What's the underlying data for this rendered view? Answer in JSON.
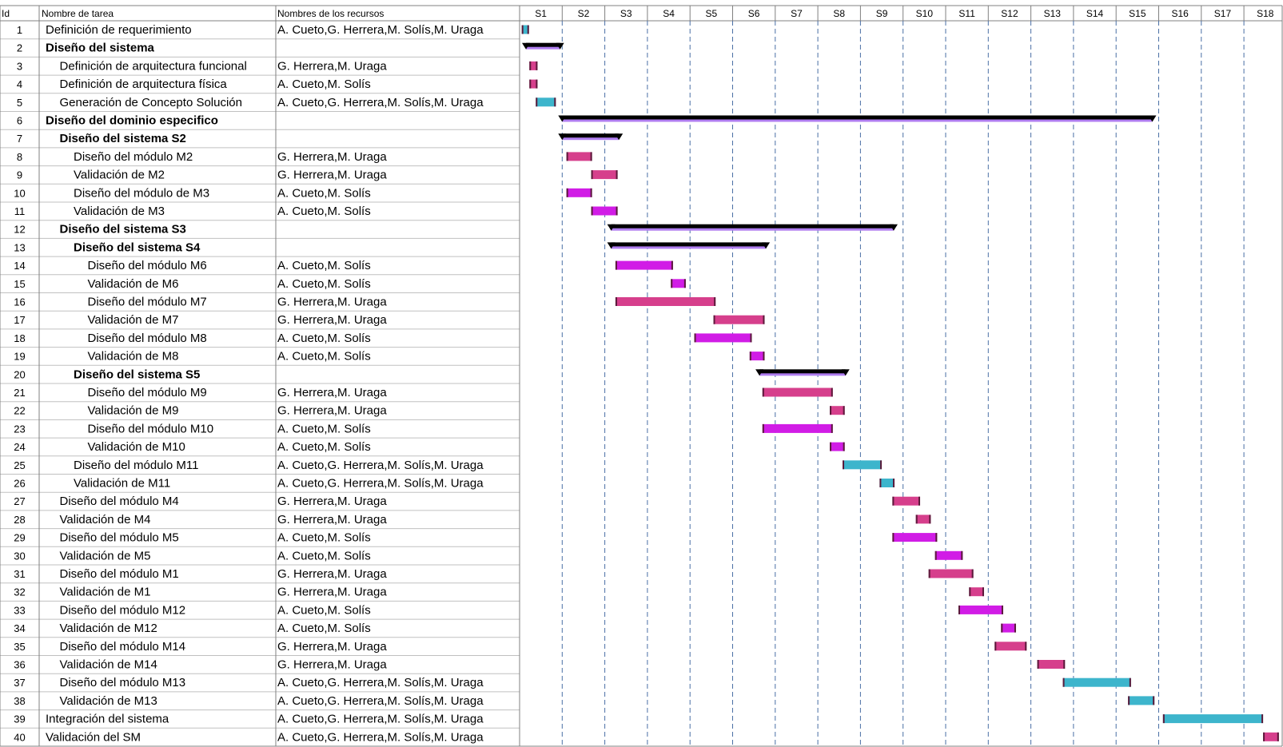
{
  "chart_data": {
    "type": "gantt",
    "columns": {
      "id": "Id",
      "name": "Nombre de tarea",
      "resources": "Nombres de los recursos"
    },
    "weeks": [
      "S1",
      "S2",
      "S3",
      "S4",
      "S5",
      "S6",
      "S7",
      "S8",
      "S9",
      "S10",
      "S11",
      "S12",
      "S13",
      "S14",
      "S15",
      "S16",
      "S17",
      "S18"
    ],
    "colors": {
      "pink": "#d63f8c",
      "magenta": "#d11ce6",
      "cyan": "#3db5cc",
      "summary": "#000000",
      "summary_under": "#b07ef0",
      "grid": "#4a6fa5"
    },
    "tasks": [
      {
        "id": "1",
        "name": "Definición de requerimiento",
        "resources": "A. Cueto,G. Herrera,M. Solís,M. Uraga",
        "level": 0,
        "summary": false,
        "start": 0.05,
        "end": 0.22,
        "color": "cyan"
      },
      {
        "id": "2",
        "name": "Diseño del sistema",
        "resources": "",
        "level": 0,
        "summary": true,
        "start": 0.15,
        "end": 0.95
      },
      {
        "id": "3",
        "name": "Definición de arquitectura funcional",
        "resources": "G. Herrera,M. Uraga",
        "level": 1,
        "summary": false,
        "start": 0.23,
        "end": 0.42,
        "color": "pink"
      },
      {
        "id": "4",
        "name": "Definición de arquitectura física",
        "resources": "A. Cueto,M. Solís",
        "level": 1,
        "summary": false,
        "start": 0.23,
        "end": 0.42,
        "color": "pink"
      },
      {
        "id": "5",
        "name": "Generación de Concepto Solución",
        "resources": "A. Cueto,G. Herrera,M. Solís,M. Uraga",
        "level": 1,
        "summary": false,
        "start": 0.38,
        "end": 0.85,
        "color": "cyan"
      },
      {
        "id": "6",
        "name": "Diseño del dominio especifico",
        "resources": "",
        "level": 0,
        "summary": true,
        "start": 1.0,
        "end": 14.85
      },
      {
        "id": "7",
        "name": "Diseño del sistema S2",
        "resources": "",
        "level": 1,
        "summary": true,
        "start": 1.0,
        "end": 2.33
      },
      {
        "id": "8",
        "name": "Diseño del módulo M2",
        "resources": "G. Herrera,M. Uraga",
        "level": 2,
        "summary": false,
        "start": 1.1,
        "end": 1.7,
        "color": "pink"
      },
      {
        "id": "9",
        "name": "Validación de M2",
        "resources": "G. Herrera,M. Uraga",
        "level": 2,
        "summary": false,
        "start": 1.68,
        "end": 2.3,
        "color": "pink"
      },
      {
        "id": "10",
        "name": "Diseño del módulo de M3",
        "resources": "A. Cueto,M. Solís",
        "level": 2,
        "summary": false,
        "start": 1.1,
        "end": 1.7,
        "color": "magenta"
      },
      {
        "id": "11",
        "name": "Validación de M3",
        "resources": "A. Cueto,M. Solís",
        "level": 2,
        "summary": false,
        "start": 1.68,
        "end": 2.3,
        "color": "magenta"
      },
      {
        "id": "12",
        "name": "Diseño del sistema S3",
        "resources": "",
        "level": 1,
        "summary": true,
        "start": 2.15,
        "end": 8.78
      },
      {
        "id": "13",
        "name": "Diseño del sistema S4",
        "resources": "",
        "level": 2,
        "summary": true,
        "start": 2.15,
        "end": 5.78
      },
      {
        "id": "14",
        "name": "Diseño del módulo M6",
        "resources": "A. Cueto,M. Solís",
        "level": 3,
        "summary": false,
        "start": 2.25,
        "end": 3.6,
        "color": "magenta"
      },
      {
        "id": "15",
        "name": "Validación de M6",
        "resources": "A. Cueto,M. Solís",
        "level": 3,
        "summary": false,
        "start": 3.55,
        "end": 3.9,
        "color": "magenta"
      },
      {
        "id": "16",
        "name": "Diseño del módulo M7",
        "resources": "G. Herrera,M. Uraga",
        "level": 3,
        "summary": false,
        "start": 2.25,
        "end": 4.6,
        "color": "pink"
      },
      {
        "id": "17",
        "name": "Validación de M7",
        "resources": "G. Herrera,M. Uraga",
        "level": 3,
        "summary": false,
        "start": 4.55,
        "end": 5.75,
        "color": "pink"
      },
      {
        "id": "18",
        "name": "Diseño del módulo M8",
        "resources": "A. Cueto,M. Solís",
        "level": 3,
        "summary": false,
        "start": 4.1,
        "end": 5.45,
        "color": "magenta"
      },
      {
        "id": "19",
        "name": "Validación de M8",
        "resources": "A. Cueto,M. Solís",
        "level": 3,
        "summary": false,
        "start": 5.4,
        "end": 5.75,
        "color": "magenta"
      },
      {
        "id": "20",
        "name": "Diseño del sistema S5",
        "resources": "",
        "level": 2,
        "summary": true,
        "start": 5.63,
        "end": 7.65
      },
      {
        "id": "21",
        "name": "Diseño del módulo M9",
        "resources": "G. Herrera,M. Uraga",
        "level": 3,
        "summary": false,
        "start": 5.7,
        "end": 7.35,
        "color": "pink"
      },
      {
        "id": "22",
        "name": "Validación de M9",
        "resources": "G. Herrera,M. Uraga",
        "level": 3,
        "summary": false,
        "start": 7.28,
        "end": 7.63,
        "color": "pink"
      },
      {
        "id": "23",
        "name": "Diseño del módulo M10",
        "resources": "A. Cueto,M. Solís",
        "level": 3,
        "summary": false,
        "start": 5.7,
        "end": 7.35,
        "color": "magenta"
      },
      {
        "id": "24",
        "name": "Validación de M10",
        "resources": "A. Cueto,M. Solís",
        "level": 3,
        "summary": false,
        "start": 7.28,
        "end": 7.63,
        "color": "magenta"
      },
      {
        "id": "25",
        "name": "Diseño del módulo M11",
        "resources": "A. Cueto,G. Herrera,M. Solís,M. Uraga",
        "level": 2,
        "summary": false,
        "start": 7.58,
        "end": 8.5,
        "color": "cyan"
      },
      {
        "id": "26",
        "name": "Validación de M11",
        "resources": "A. Cueto,G. Herrera,M. Solís,M. Uraga",
        "level": 2,
        "summary": false,
        "start": 8.45,
        "end": 8.8,
        "color": "cyan"
      },
      {
        "id": "27",
        "name": "Diseño del módulo M4",
        "resources": "G. Herrera,M. Uraga",
        "level": 1,
        "summary": false,
        "start": 8.75,
        "end": 9.4,
        "color": "pink"
      },
      {
        "id": "28",
        "name": "Validación de M4",
        "resources": "G. Herrera,M. Uraga",
        "level": 1,
        "summary": false,
        "start": 9.3,
        "end": 9.65,
        "color": "pink"
      },
      {
        "id": "29",
        "name": "Diseño del módulo M5",
        "resources": "A. Cueto,M. Solís",
        "level": 1,
        "summary": false,
        "start": 8.75,
        "end": 9.8,
        "color": "magenta"
      },
      {
        "id": "30",
        "name": "Validación de M5",
        "resources": "A. Cueto,M. Solís",
        "level": 1,
        "summary": false,
        "start": 9.75,
        "end": 10.4,
        "color": "magenta"
      },
      {
        "id": "31",
        "name": "Diseño del módulo M1",
        "resources": "G. Herrera,M. Uraga",
        "level": 1,
        "summary": false,
        "start": 9.6,
        "end": 10.65,
        "color": "pink"
      },
      {
        "id": "32",
        "name": "Validación de M1",
        "resources": "G. Herrera,M. Uraga",
        "level": 1,
        "summary": false,
        "start": 10.55,
        "end": 10.9,
        "color": "pink"
      },
      {
        "id": "33",
        "name": "Diseño del módulo M12",
        "resources": "A. Cueto,M. Solís",
        "level": 1,
        "summary": false,
        "start": 10.3,
        "end": 11.35,
        "color": "magenta"
      },
      {
        "id": "34",
        "name": "Validación de M12",
        "resources": "A. Cueto,M. Solís",
        "level": 1,
        "summary": false,
        "start": 11.3,
        "end": 11.65,
        "color": "magenta"
      },
      {
        "id": "35",
        "name": "Diseño del módulo M14",
        "resources": "G. Herrera,M. Uraga",
        "level": 1,
        "summary": false,
        "start": 11.15,
        "end": 11.9,
        "color": "pink"
      },
      {
        "id": "36",
        "name": "Validación de M14",
        "resources": "G. Herrera,M. Uraga",
        "level": 1,
        "summary": false,
        "start": 12.15,
        "end": 12.8,
        "color": "pink"
      },
      {
        "id": "37",
        "name": "Diseño del módulo M13",
        "resources": "A. Cueto,G. Herrera,M. Solís,M. Uraga",
        "level": 1,
        "summary": false,
        "start": 12.75,
        "end": 14.35,
        "color": "cyan"
      },
      {
        "id": "38",
        "name": "Validación de M13",
        "resources": "A. Cueto,G. Herrera,M. Solís,M. Uraga",
        "level": 1,
        "summary": false,
        "start": 14.28,
        "end": 14.9,
        "color": "cyan"
      },
      {
        "id": "39",
        "name": "Integración del sistema",
        "resources": "A. Cueto,G. Herrera,M. Solís,M. Uraga",
        "level": 0,
        "summary": false,
        "start": 15.1,
        "end": 17.45,
        "color": "cyan"
      },
      {
        "id": "40",
        "name": "Validación del SM",
        "resources": "A. Cueto,G. Herrera,M. Solís,M. Uraga",
        "level": 0,
        "summary": false,
        "start": 17.45,
        "end": 17.82,
        "color": "pink"
      }
    ]
  }
}
